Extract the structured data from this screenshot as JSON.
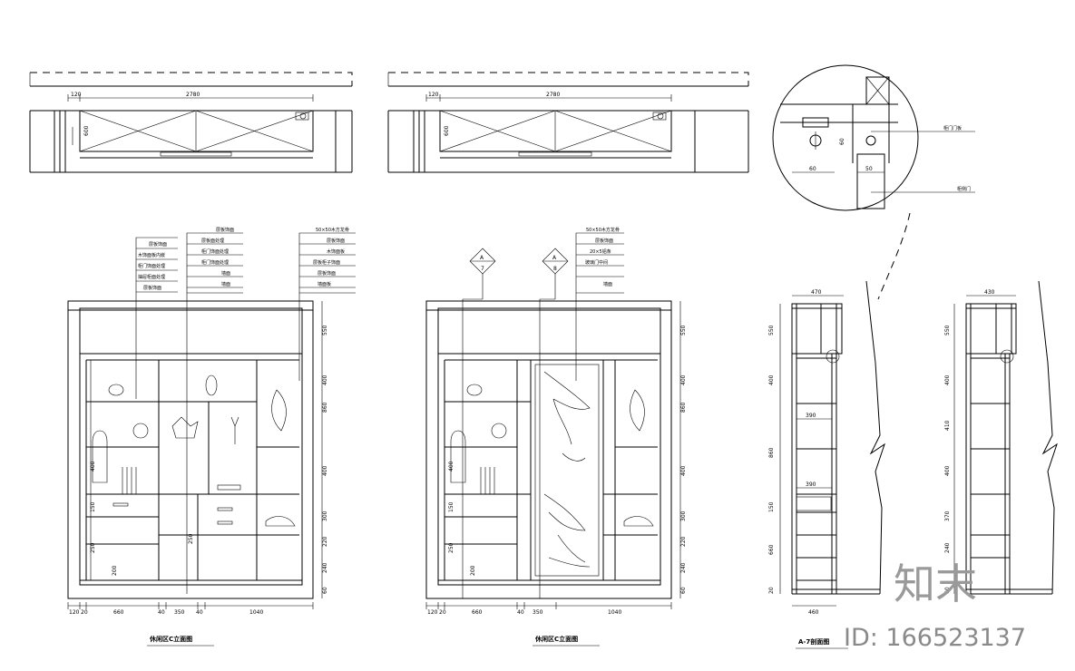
{
  "views": {
    "plan_a": {
      "dims": {
        "overall": "2780",
        "left": "120",
        "depth": "600"
      }
    },
    "plan_b": {
      "dims": {
        "overall": "2780",
        "left": "120",
        "depth": "600"
      }
    },
    "detail": {
      "dims": {
        "width_a": "60",
        "width_b": "50",
        "height": "60"
      },
      "labels": [
        "柜门门板",
        "柜侧门"
      ]
    },
    "elev_a": {
      "title": "休闲区C立面图",
      "notes_left": [
        "层板饰面",
        "木饰面板内嵌",
        "柜门饰面处理",
        "抽屉柜面处理",
        "层板饰面"
      ],
      "notes_mid": [
        "层板饰面",
        "层板面处理",
        "柜门饰面处理",
        "柜门饰面处理",
        "墙面",
        "墙面"
      ],
      "notes_right": [
        "50×50木方龙骨",
        "层板饰面",
        "木饰面板",
        "层板柜子饰面",
        "层板饰面",
        "墙面板"
      ],
      "right_dims": [
        "550",
        "400",
        "860",
        "400",
        "300",
        "220",
        "240",
        "60"
      ],
      "left_dims": [
        "400",
        "150",
        "250",
        "200"
      ],
      "bottom_dims": [
        "120",
        "20",
        "660",
        "40",
        "350",
        "40",
        "1040"
      ],
      "mid_dims": [
        "250"
      ]
    },
    "elev_b": {
      "title": "休闲区C立面图",
      "callouts": [
        {
          "top": "A",
          "bottom": "7"
        },
        {
          "top": "A",
          "bottom": "8"
        }
      ],
      "notes_right": [
        "50×50木方龙骨",
        "层板饰面",
        "20×5铝条",
        "玻璃门中间",
        "墙面"
      ],
      "right_dims": [
        "550",
        "400",
        "860",
        "400",
        "300",
        "220",
        "240",
        "60"
      ],
      "left_dims": [
        "400",
        "150",
        "250",
        "200"
      ],
      "bottom_dims": [
        "120",
        "20",
        "660",
        "40",
        "350",
        "1040"
      ]
    },
    "sec_a": {
      "title": "A-7剖面图",
      "top_dim": "470",
      "inner_dims": [
        "390",
        "390"
      ],
      "left_dims": [
        "550",
        "400",
        "860",
        "150",
        "660",
        "20"
      ],
      "bottom_dim": "460"
    },
    "sec_b": {
      "top_dim": "430",
      "left_dims": [
        "550",
        "400",
        "410",
        "400",
        "370",
        "240",
        "60"
      ]
    }
  },
  "watermark": {
    "brand": "知末",
    "id": "ID: 166523137"
  }
}
